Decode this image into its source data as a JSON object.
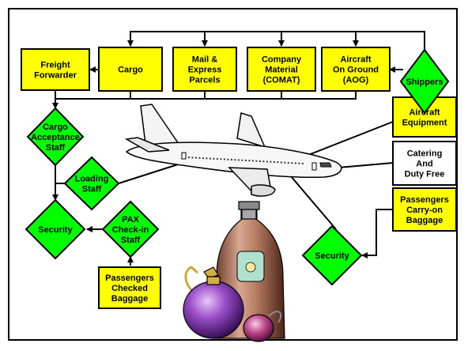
{
  "boxes": {
    "freight_forwarder": [
      "Freight",
      "Forwarder"
    ],
    "cargo": [
      "Cargo"
    ],
    "mail_express": [
      "Mail &",
      "Express",
      "Parcels"
    ],
    "company_material": [
      "Company",
      "Material",
      "(COMAT)"
    ],
    "aog": [
      "Aircraft",
      "On Ground",
      "(AOG)"
    ],
    "aircraft_equipment": [
      "Aircraft",
      "Equipment"
    ],
    "catering": [
      "Catering",
      "And",
      "Duty Free"
    ],
    "pax_carry_on": [
      "Passengers",
      "Carry-on",
      "Baggage"
    ],
    "pax_checked": [
      "Passengers",
      "Checked",
      "Baggage"
    ]
  },
  "diamonds": {
    "shippers": [
      "Shippers"
    ],
    "cargo_acceptance": [
      "Cargo",
      "Acceptance",
      "Staff"
    ],
    "loading_staff": [
      "Loading",
      "Staff"
    ],
    "security_left": [
      "Security"
    ],
    "pax_checkin": [
      "PAX",
      "Check-in",
      "Staff"
    ],
    "security_right": [
      "Security"
    ]
  },
  "colors": {
    "box_fill": "#ffff00",
    "diamond_fill": "#00ff00",
    "plain_box_fill": "#ffffff",
    "stroke": "#000000"
  }
}
